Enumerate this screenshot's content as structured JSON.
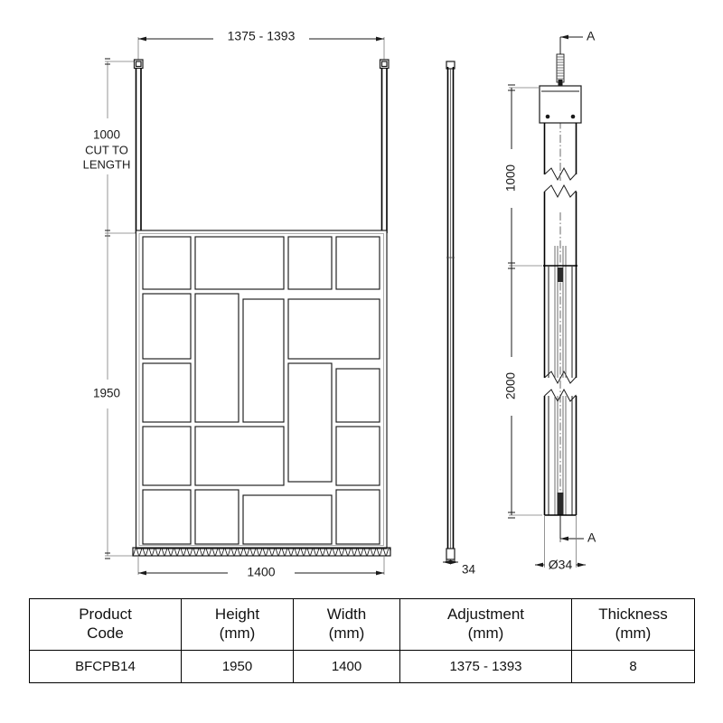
{
  "drawing": {
    "title_internal": "shower-screen-technical-drawing",
    "front_view": {
      "top_dimension_label": "1375 - 1393",
      "left_upper_dimension_label": "1000",
      "left_upper_note_line1": "CUT TO",
      "left_upper_note_line2": "LENGTH",
      "left_lower_dimension_label": "1950",
      "bottom_dimension_label": "1400"
    },
    "side_view": {
      "thickness_label": "34"
    },
    "detail_view": {
      "upper_dimension_label": "1000",
      "lower_dimension_label": "2000",
      "diameter_label": "Ø34",
      "section_marker_top": "A",
      "section_marker_bottom": "A"
    }
  },
  "spec_table": {
    "headers": [
      {
        "line1": "Product",
        "line2": "Code"
      },
      {
        "line1": "Height",
        "line2": "(mm)"
      },
      {
        "line1": "Width",
        "line2": "(mm)"
      },
      {
        "line1": "Adjustment",
        "line2": "(mm)"
      },
      {
        "line1": "Thickness",
        "line2": "(mm)"
      }
    ],
    "rows": [
      {
        "product_code": "BFCPB14",
        "height": "1950",
        "width": "1400",
        "adjustment": "1375 - 1393",
        "thickness": "8"
      }
    ]
  },
  "colors": {
    "line": "#1a1a1a",
    "thin_line": "#7a7a7a",
    "background": "#ffffff"
  }
}
